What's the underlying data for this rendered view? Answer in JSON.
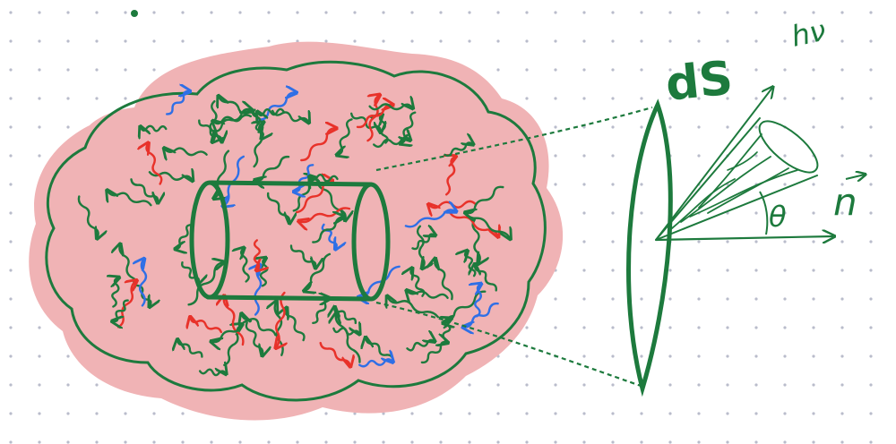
{
  "labels": {
    "ds": "dS",
    "nu": "hν",
    "n_vec": "n",
    "theta": "θ"
  },
  "colors": {
    "ink_green": "#1d7a3d",
    "cloud_pink": "#f0b3b5",
    "photon_red": "#e8322a",
    "photon_blue": "#2f6fe6",
    "grid_dot": "#b9bccb"
  },
  "icons": {
    "arrow_head": "arrow-head-icon"
  }
}
